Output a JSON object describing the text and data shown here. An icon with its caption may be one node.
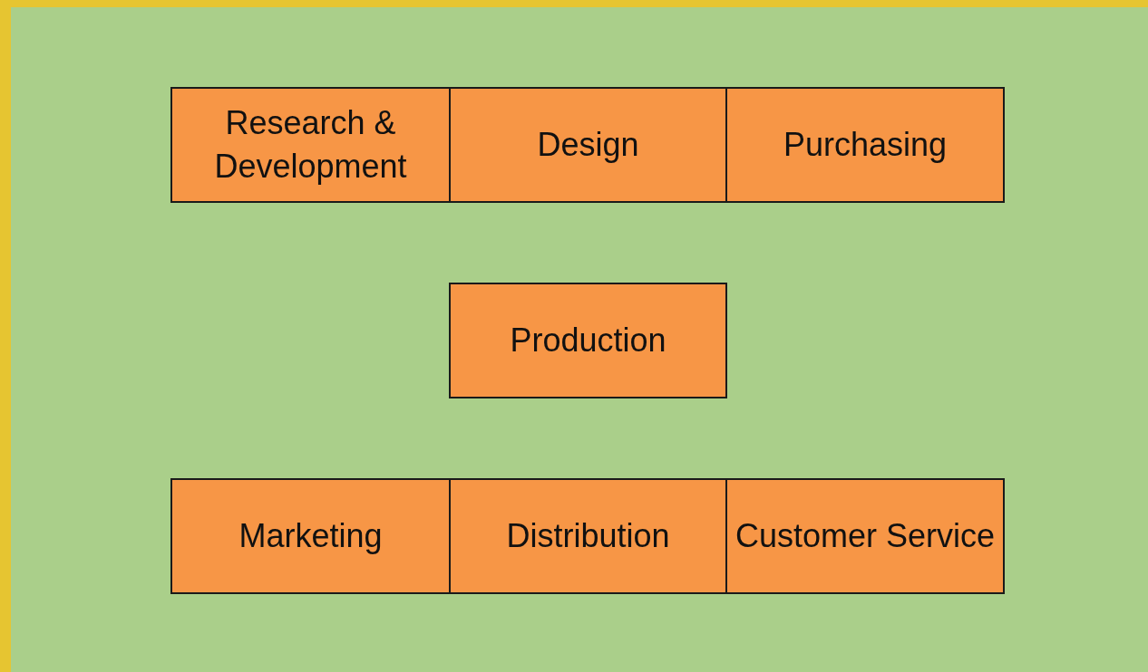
{
  "diagram": {
    "nodes": [
      {
        "text": [
          "Research & Development"
        ]
      },
      {
        "text": [
          "Design"
        ]
      },
      {
        "text": [
          "Purchasing"
        ]
      },
      {
        "text": [
          "Production"
        ]
      },
      {
        "text": [
          "Marketing"
        ]
      },
      {
        "text": [
          "Distribution"
        ]
      },
      {
        "text": [
          "Customer Service"
        ]
      }
    ]
  }
}
